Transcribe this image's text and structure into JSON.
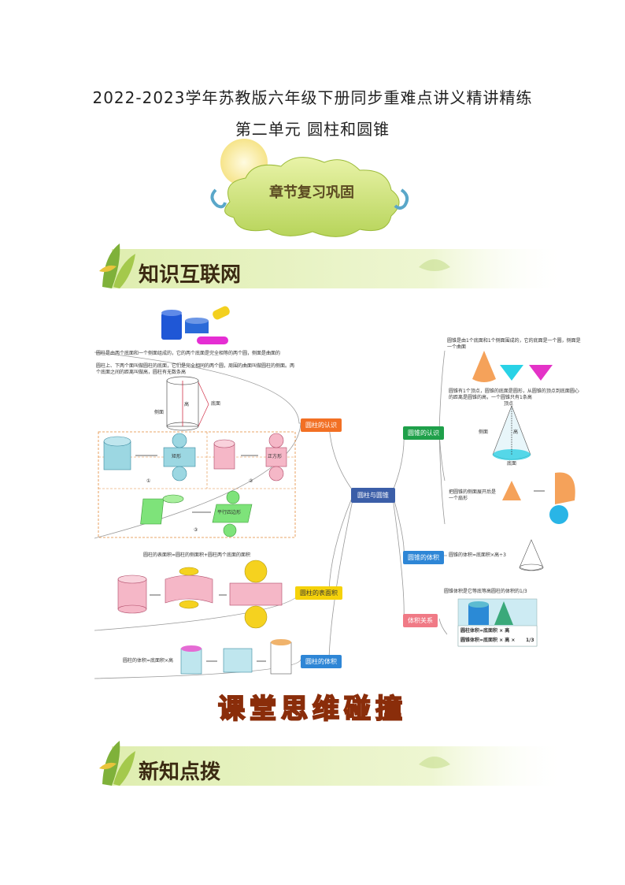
{
  "header": {
    "title_line1": "2022-2023学年苏教版六年级下册同步重难点讲义精讲精练",
    "title_line2": "第二单元  圆柱和圆锥"
  },
  "cloud_banner": {
    "label": "章节复习巩固"
  },
  "section1": {
    "label": "知识互联网"
  },
  "mindmap": {
    "center": "圆柱与圆锥",
    "branches": {
      "cylinder_know": "圆柱的认识",
      "cylinder_surface": "圆柱的表面积",
      "cylinder_volume": "圆柱的体积",
      "cone_know": "圆锥的认识",
      "cone_volume": "圆锥的体积",
      "volume_relation": "体积关系"
    },
    "notes": {
      "cyl_def": "圆柱是由两个底面和一个侧面组成的，它的两个底面是完全相等的两个圆，侧面是曲面的",
      "cyl_def2": "圆柱上、下两个面叫做圆柱的底面，它们是完全相同的两个圆，周围的曲面叫做圆柱的侧面。两个底面之间的距离叫做高，圆柱有无数条高",
      "lbl_side": "侧面",
      "lbl_height": "高",
      "lbl_base": "底面",
      "unfold_rect": "矩形",
      "unfold_square": "正方形",
      "unfold_para": "平行四边形",
      "n1": "①",
      "n2": "②",
      "n3": "③",
      "surface_formula": "圆柱的表面积=圆柱的侧面积+圆柱两个底面的面积",
      "cyl_volume_formula": "圆柱的体积=底面积×高",
      "cone_def": "圆锥是由1个底面和1个侧面围成的，它的底面是一个圆，侧面是一个曲面",
      "cone_def2": "圆锥有1个顶点，圆锥的底面是圆形，从圆锥的顶点到底面圆心的距离是圆锥的高，一个圆锥只有1条高",
      "cone_top": "顶点",
      "cone_side": "侧面",
      "cone_height": "高",
      "cone_base": "底面",
      "cone_unfold": "把圆锥的侧面展开后是一个扇形",
      "cone_volume_formula": "圆锥的体积=底面积×高÷3",
      "relation_text": "圆锥体积是它等底等高圆柱的体积的1/3",
      "rel_cyl": "圆柱体积=底面积 × 高",
      "rel_cone": "圆锥体积=底面积 × 高 ×",
      "rel_frac": "1/3"
    }
  },
  "classroom_banner": {
    "label": "课堂思维碰撞"
  },
  "section2": {
    "label": "新知点拨"
  },
  "colors": {
    "orange_tag": "#f27024",
    "green_tag": "#1fa04a",
    "yellow_tag": "#f5d20a",
    "blue_tag": "#2e86d6",
    "center_tag": "#3b5ea8",
    "pink_tag": "#f07a86"
  }
}
